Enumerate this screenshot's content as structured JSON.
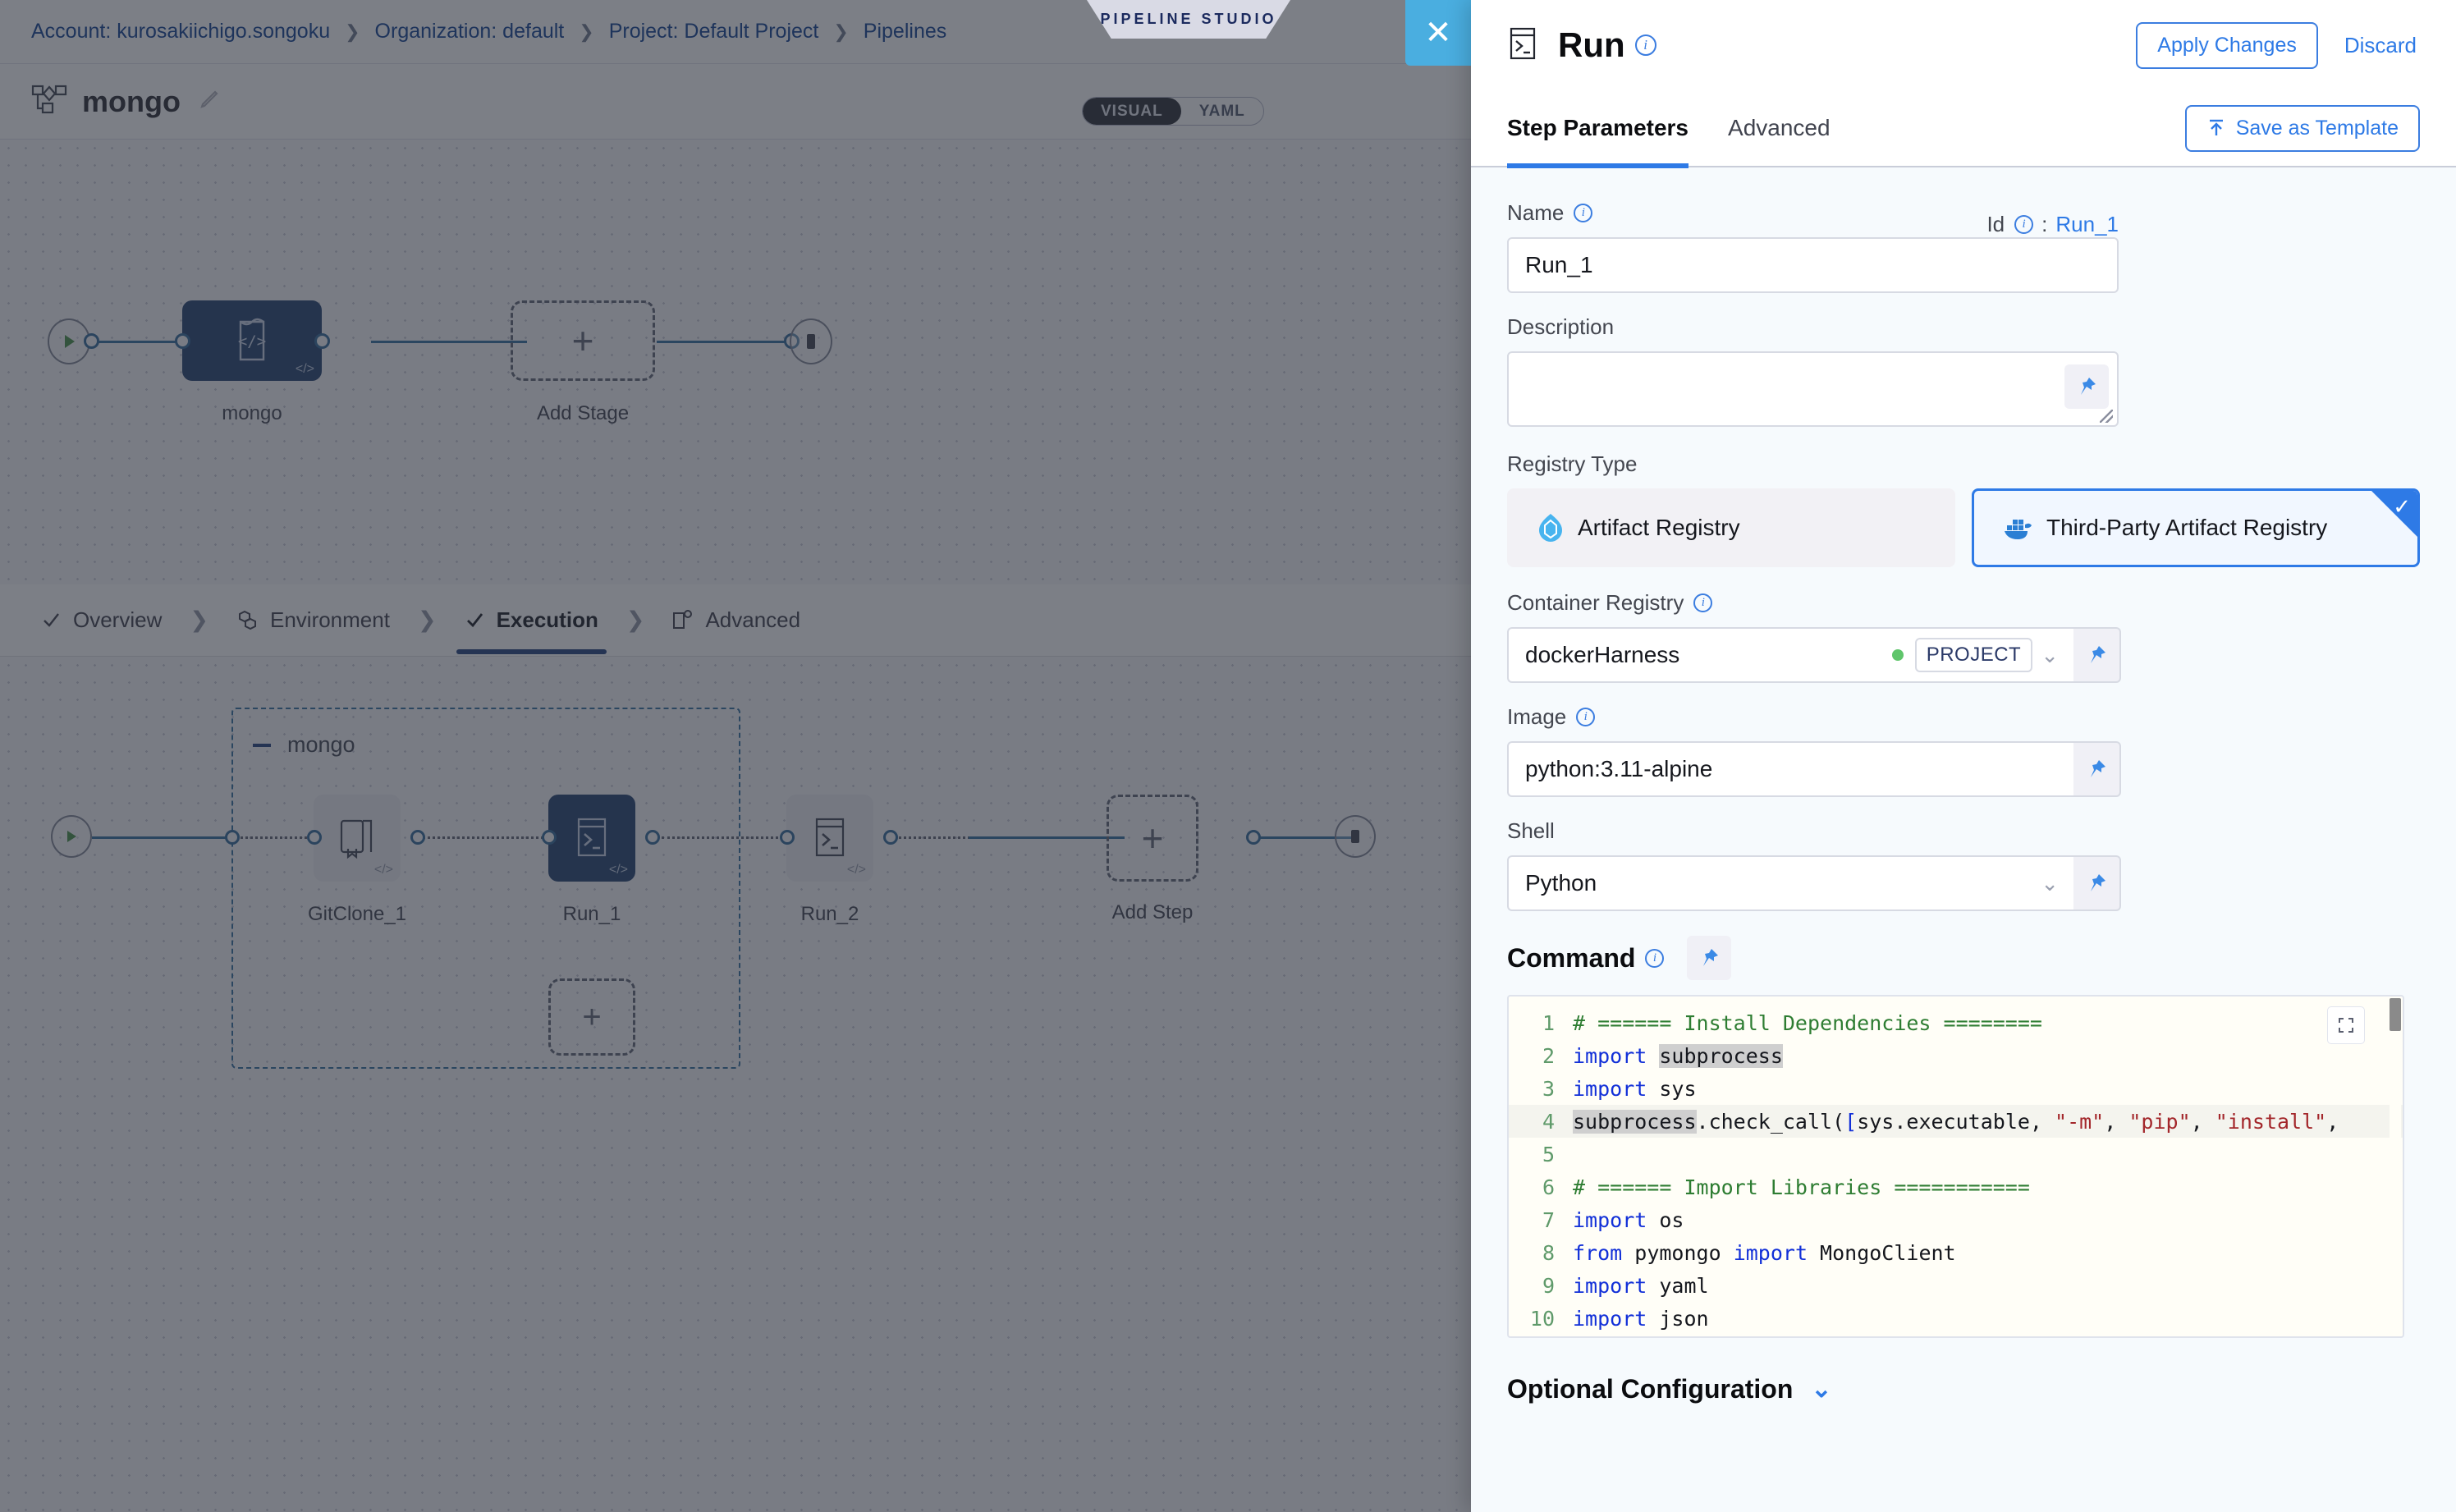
{
  "breadcrumb": {
    "items": [
      {
        "label": "Account: kurosakiichigo.songoku"
      },
      {
        "label": "Organization: default"
      },
      {
        "label": "Project: Default Project"
      },
      {
        "label": "Pipelines"
      }
    ],
    "separator": "❯"
  },
  "studio": {
    "tag": "PIPELINE STUDIO",
    "close_label": "✕"
  },
  "pipeline": {
    "name": "mongo",
    "edit_icon": "pencil-icon",
    "view_toggle": {
      "options": [
        "VISUAL",
        "YAML"
      ],
      "selected": "VISUAL"
    }
  },
  "top_graph": {
    "start_icon": "play-icon",
    "end_icon": "stop-icon",
    "stage": {
      "label": "mongo",
      "icon": "code-stage-icon",
      "selected": true
    },
    "add_stage": {
      "label": "Add Stage",
      "icon": "plus-icon"
    }
  },
  "stage_tabs": {
    "items": [
      {
        "label": "Overview",
        "icon": "check-icon",
        "active": false
      },
      {
        "label": "Environment",
        "icon": "hex-icon",
        "active": false
      },
      {
        "label": "Execution",
        "icon": "check-icon",
        "active": true
      },
      {
        "label": "Advanced",
        "icon": "advanced-icon",
        "active": false
      }
    ],
    "separator": "❯"
  },
  "exec_graph": {
    "group_label": "mongo",
    "steps": [
      {
        "label": "GitClone_1",
        "icon": "git-clone-icon",
        "selected": false,
        "badge": "</>"
      },
      {
        "label": "Run_1",
        "icon": "terminal-icon",
        "selected": true,
        "badge": "</>"
      },
      {
        "label": "Run_2",
        "icon": "terminal-icon",
        "selected": false,
        "badge": "</>"
      }
    ],
    "add_step": {
      "label": "Add Step",
      "icon": "plus-icon"
    },
    "add_parallel": {
      "icon": "plus-icon"
    }
  },
  "drawer": {
    "header": {
      "icon": "terminal-icon",
      "title": "Run",
      "apply_label": "Apply Changes",
      "discard_label": "Discard"
    },
    "tabs": [
      {
        "label": "Step Parameters",
        "active": true
      },
      {
        "label": "Advanced",
        "active": false
      }
    ],
    "save_template_label": "Save as Template",
    "save_template_icon": "upload-icon",
    "fields": {
      "name_label": "Name",
      "name_value": "Run_1",
      "id_label": "Id",
      "id_sep": ":",
      "id_value": "Run_1",
      "description_label": "Description",
      "description_value": "",
      "registry_type_label": "Registry Type",
      "registry_options": [
        {
          "label": "Artifact Registry",
          "icon": "harness-artifact-icon",
          "selected": false
        },
        {
          "label": "Third-Party Artifact Registry",
          "icon": "docker-icon",
          "selected": true
        }
      ],
      "container_registry_label": "Container Registry",
      "container_registry_value": "dockerHarness",
      "container_registry_scope": "PROJECT",
      "image_label": "Image",
      "image_value": "python:3.11-alpine",
      "shell_label": "Shell",
      "shell_value": "Python",
      "command_label": "Command"
    },
    "code": {
      "lines": [
        {
          "n": "1",
          "tokens": [
            {
              "t": "# ====== Install Dependencies ========",
              "c": "k-cmt"
            }
          ]
        },
        {
          "n": "2",
          "tokens": [
            {
              "t": "import ",
              "c": "k-kw"
            },
            {
              "t": "subprocess",
              "c": "k-hl"
            }
          ]
        },
        {
          "n": "3",
          "tokens": [
            {
              "t": "import ",
              "c": "k-kw"
            },
            {
              "t": "sys",
              "c": ""
            }
          ]
        },
        {
          "n": "4",
          "tokens": [
            {
              "t": "subprocess",
              "c": "k-hl"
            },
            {
              "t": ".check_call(",
              "c": ""
            },
            {
              "t": "[",
              "c": "k-paren"
            },
            {
              "t": "sys.executable, ",
              "c": ""
            },
            {
              "t": "\"-m\"",
              "c": "k-str"
            },
            {
              "t": ", ",
              "c": ""
            },
            {
              "t": "\"pip\"",
              "c": "k-str"
            },
            {
              "t": ", ",
              "c": ""
            },
            {
              "t": "\"install\"",
              "c": "k-str"
            },
            {
              "t": ",",
              "c": ""
            }
          ],
          "highlight": true
        },
        {
          "n": "5",
          "tokens": []
        },
        {
          "n": "6",
          "tokens": [
            {
              "t": "# ====== Import Libraries ===========",
              "c": "k-cmt"
            }
          ]
        },
        {
          "n": "7",
          "tokens": [
            {
              "t": "import ",
              "c": "k-kw"
            },
            {
              "t": "os",
              "c": ""
            }
          ]
        },
        {
          "n": "8",
          "tokens": [
            {
              "t": "from ",
              "c": "k-kw"
            },
            {
              "t": "pymongo ",
              "c": ""
            },
            {
              "t": "import ",
              "c": "k-kw"
            },
            {
              "t": "MongoClient",
              "c": ""
            }
          ]
        },
        {
          "n": "9",
          "tokens": [
            {
              "t": "import ",
              "c": "k-kw"
            },
            {
              "t": "yaml",
              "c": ""
            }
          ]
        },
        {
          "n": "10",
          "tokens": [
            {
              "t": "import ",
              "c": "k-kw"
            },
            {
              "t": "json",
              "c": ""
            }
          ]
        }
      ],
      "expand_icon": "expand-icon"
    },
    "optional_configuration_label": "Optional Configuration",
    "optional_configuration_chevron": "⌄"
  },
  "colors": {
    "accent_blue": "#2e7ae6",
    "node_selected": "#1b3a6b",
    "close_btn": "#4aaee0",
    "scope_green": "#5fc56b",
    "comment_green": "#2e7d32",
    "keyword_blue": "#1230d8",
    "string_red": "#a3272b"
  }
}
